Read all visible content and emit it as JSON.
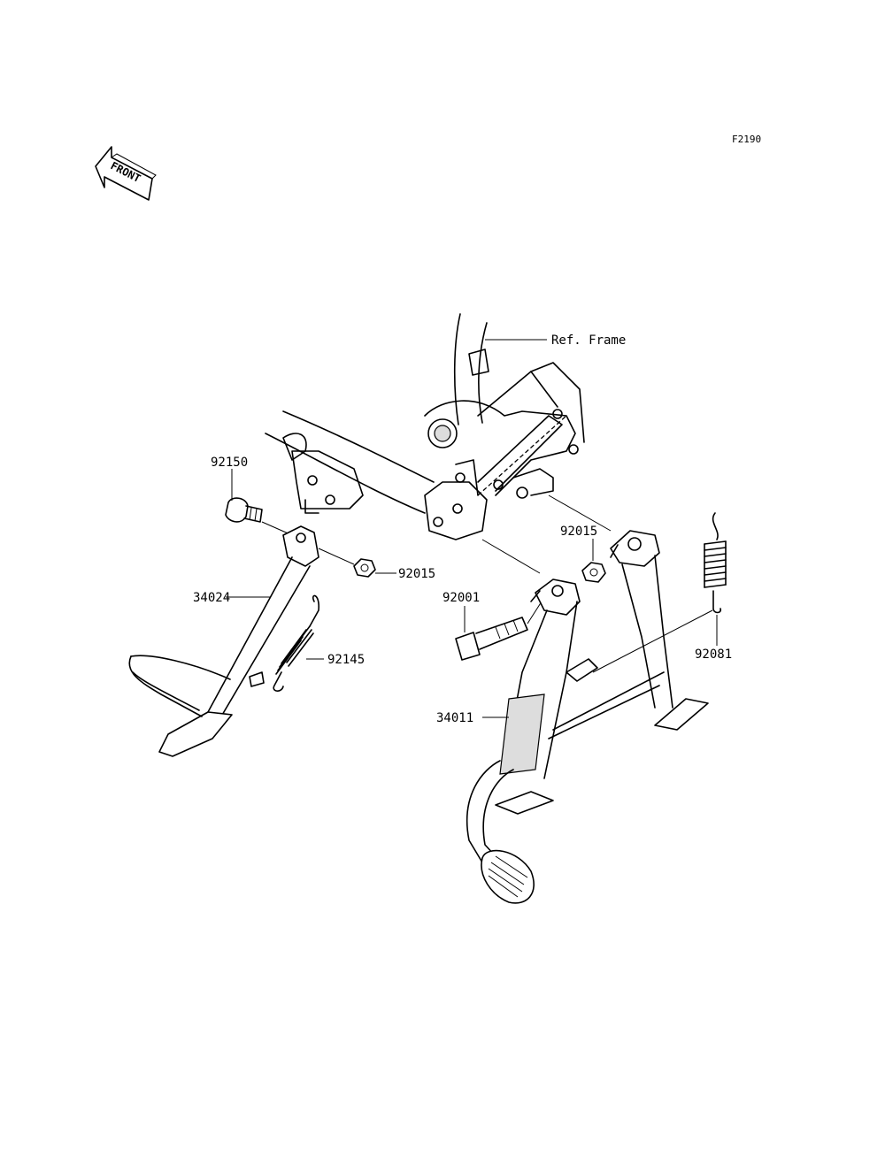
{
  "diagram_code": "F2190",
  "front_indicator": "FRONT",
  "callouts": {
    "ref_frame": "Ref. Frame",
    "p92150": "92150",
    "p34024": "34024",
    "p92015_left": "92015",
    "p92145": "92145",
    "p92015_right": "92015",
    "p92001": "92001",
    "p34011": "34011",
    "p92081": "92081"
  },
  "colors": {
    "ink": "#000000",
    "paper": "#ffffff"
  }
}
